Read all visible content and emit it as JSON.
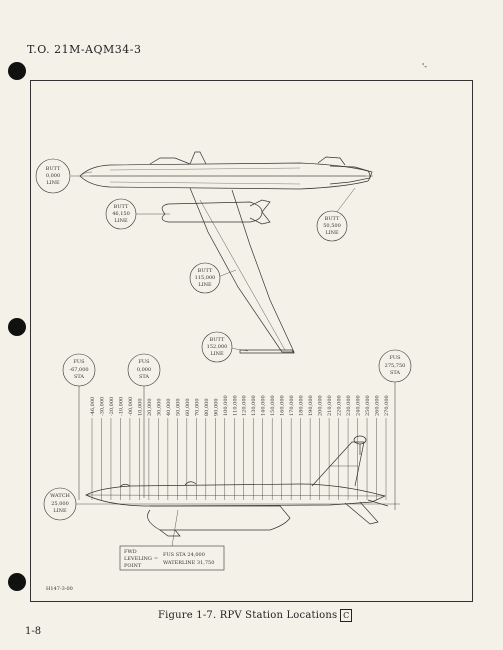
{
  "header": {
    "to_number": "T.O. 21M-AQM34-3",
    "tick_mark": "'-"
  },
  "butt_labels": {
    "b0": [
      "BUTT",
      "0,000",
      "LINE"
    ],
    "b46": [
      "BUTT",
      "46,150",
      "LINE"
    ],
    "b50": [
      "BUTT",
      "50,500",
      "LINE"
    ],
    "b115": [
      "BUTT",
      "115,000",
      "LINE"
    ],
    "b152": [
      "BUTT",
      "152,000",
      "LINE"
    ]
  },
  "fus_labels": {
    "left": [
      "FUS",
      "-67,000",
      "STA"
    ],
    "zero": [
      "FUS",
      "0,000",
      "STA"
    ],
    "right": [
      "FUS",
      "275,750",
      "STA"
    ]
  },
  "stations": [
    "-46,000",
    "-30,000",
    "-20,000",
    "-10,000",
    "-00,000",
    "10,000",
    "20,000",
    "30,000",
    "40,000",
    "50,000",
    "60,000",
    "70,000",
    "80,000",
    "90,000",
    "100,000",
    "110,000",
    "120,000",
    "130,000",
    "140,000",
    "150,000",
    "160,000",
    "170,000",
    "180,000",
    "190,000",
    "200,000",
    "210,000",
    "220,000",
    "230,000",
    "240,000",
    "250,000",
    "260,000",
    "270,000"
  ],
  "watch_label": [
    "WATCH",
    "25,000",
    "LINE"
  ],
  "leveling": {
    "left": [
      "FWD",
      "LEVELING",
      "POINT"
    ],
    "eq": "=",
    "right": [
      "FUS STA 24,000",
      "WATERLINE 31,750"
    ]
  },
  "drawing_code": "H147-3-00",
  "caption": {
    "text": "Figure 1-7.  RPV Station Locations",
    "box_letter": "C"
  },
  "page_number": "1-8"
}
